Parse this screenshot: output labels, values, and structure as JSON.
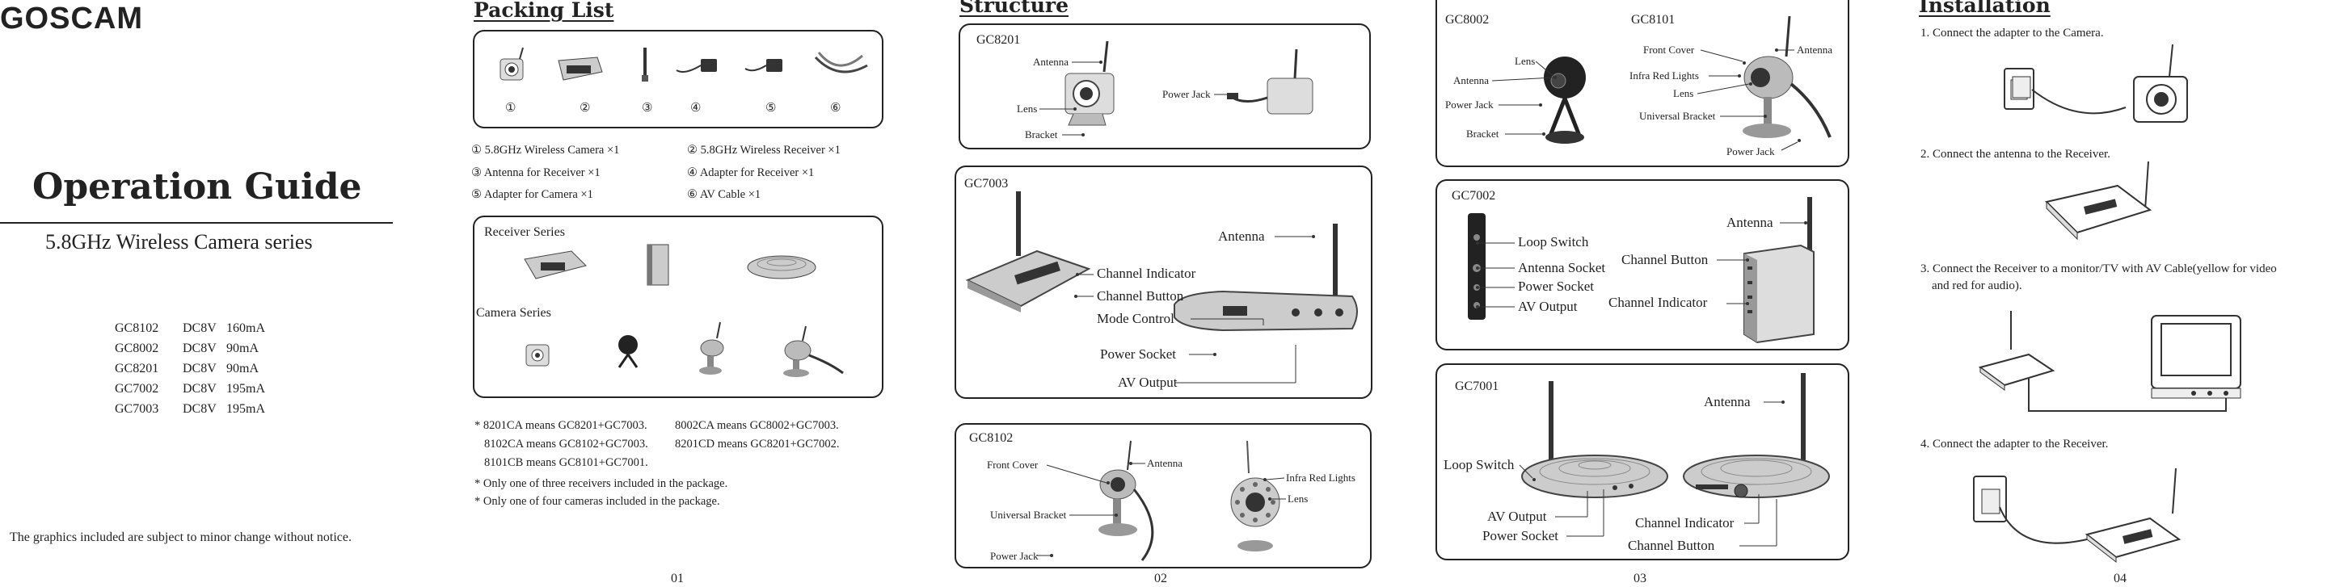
{
  "cover": {
    "brand": "GOSCAM",
    "title": "Operation Guide",
    "subtitle": "5.8GHz Wireless Camera series",
    "specs": [
      {
        "model": "GC8102",
        "power": "DC8V",
        "current": "160mA"
      },
      {
        "model": "GC8002",
        "power": "DC8V",
        "current": "90mA"
      },
      {
        "model": "GC8201",
        "power": "DC8V",
        "current": "90mA"
      },
      {
        "model": "GC7002",
        "power": "DC8V",
        "current": "195mA"
      },
      {
        "model": "GC7003",
        "power": "DC8V",
        "current": "195mA"
      }
    ],
    "notice": "The graphics included are subject to minor change without notice."
  },
  "packing": {
    "title": "Packing List",
    "numbers": [
      "①",
      "②",
      "③",
      "④",
      "⑤",
      "⑥"
    ],
    "items": [
      "① 5.8GHz Wireless Camera ×1",
      "② 5.8GHz Wireless Receiver ×1",
      "③ Antenna for Receiver ×1",
      "④ Adapter for Receiver ×1",
      "⑤ Adapter for Camera ×1",
      "⑥ AV Cable ×1"
    ],
    "receiver_series": "Receiver Series",
    "camera_series": "Camera Series",
    "notes": [
      "* 8201CA means GC8201+GC7003.",
      "8002CA means GC8002+GC7003.",
      "8102CA means GC8102+GC7003.",
      "8201CD means GC8201+GC7002.",
      "8101CB means GC8101+GC7001.",
      "* Only one of three receivers included in the package.",
      "* Only one of four cameras included in the package."
    ],
    "page": "01"
  },
  "structure": {
    "title": "Structure",
    "gc8201": {
      "model": "GC8201",
      "antenna": "Antenna",
      "lens": "Lens",
      "bracket": "Bracket",
      "power_jack": "Power Jack"
    },
    "gc7003": {
      "model": "GC7003",
      "antenna": "Antenna",
      "channel_indicator": "Channel Indicator",
      "channel_button": "Channel Button",
      "mode_control": "Mode Control",
      "power_socket": "Power Socket",
      "av_output": "AV Output"
    },
    "gc8102": {
      "model": "GC8102",
      "front_cover": "Front Cover",
      "antenna": "Antenna",
      "universal_bracket": "Universal Bracket",
      "power_jack": "Power Jack",
      "infra_red": "Infra Red Lights",
      "lens": "Lens"
    },
    "page": "02"
  },
  "structure2": {
    "gc8002": {
      "model": "GC8002",
      "lens": "Lens",
      "antenna": "Antenna",
      "power_jack": "Power Jack",
      "bracket": "Bracket"
    },
    "gc8101": {
      "model": "GC8101",
      "front_cover": "Front Cover",
      "antenna": "Antenna",
      "infra_red": "Infra Red Lights",
      "lens": "Lens",
      "universal_bracket": "Universal Bracket",
      "power_jack": "Power Jack"
    },
    "gc7002": {
      "model": "GC7002",
      "loop_switch": "Loop Switch",
      "antenna_socket": "Antenna Socket",
      "power_socket": "Power Socket",
      "av_output": "AV Output",
      "antenna": "Antenna",
      "channel_button": "Channel Button",
      "channel_indicator": "Channel Indicator"
    },
    "gc7001": {
      "model": "GC7001",
      "antenna": "Antenna",
      "loop_switch": "Loop Switch",
      "av_output": "AV Output",
      "power_socket": "Power Socket",
      "channel_indicator": "Channel Indicator",
      "channel_button": "Channel Button"
    },
    "page": "03"
  },
  "installation": {
    "title": "Installation",
    "steps": [
      "1. Connect the adapter to the Camera.",
      "2. Connect the antenna to the Receiver.",
      "3. Connect the Receiver to a monitor/TV with AV Cable(yellow for video",
      "and red for audio).",
      "4. Connect the adapter to the Receiver."
    ],
    "page": "04"
  }
}
